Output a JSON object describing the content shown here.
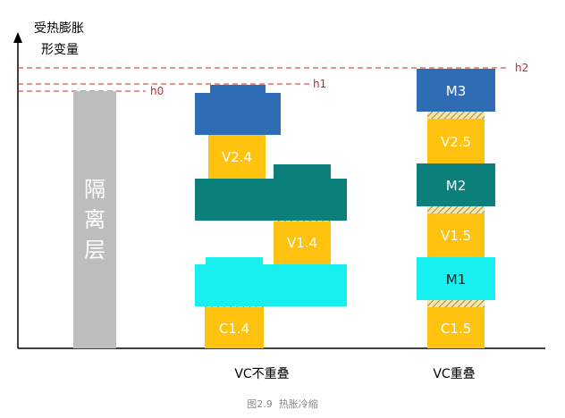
{
  "y_axis_label": [
    "受热膨胀",
    "形变量"
  ],
  "levels": {
    "h0": "h0",
    "h1": "h1",
    "h2": "h2"
  },
  "isolation_layer": [
    "隔",
    "离",
    "层"
  ],
  "left_stack": {
    "top": "V2.4",
    "middle": "V1.4",
    "bottom": "C1.4"
  },
  "right_stack": {
    "m3": "M3",
    "v2": "V2.5",
    "m2": "M2",
    "v1": "V1.5",
    "m1": "M1",
    "c1": "C1.5"
  },
  "categories": [
    "VC不重叠",
    "VC重叠"
  ],
  "caption": "图2.9  热胀冷缩",
  "colors": {
    "metal3_blue": "#2e6db4",
    "metal2_teal": "#0b7f7a",
    "metal1_cyan": "#18f0f0",
    "via_yellow": "#ffc20e",
    "isolation_gray": "#bdbdbd",
    "level_red": "#d2232a",
    "axis": "#000000"
  },
  "icons": [
    "arrow-up-icon"
  ]
}
